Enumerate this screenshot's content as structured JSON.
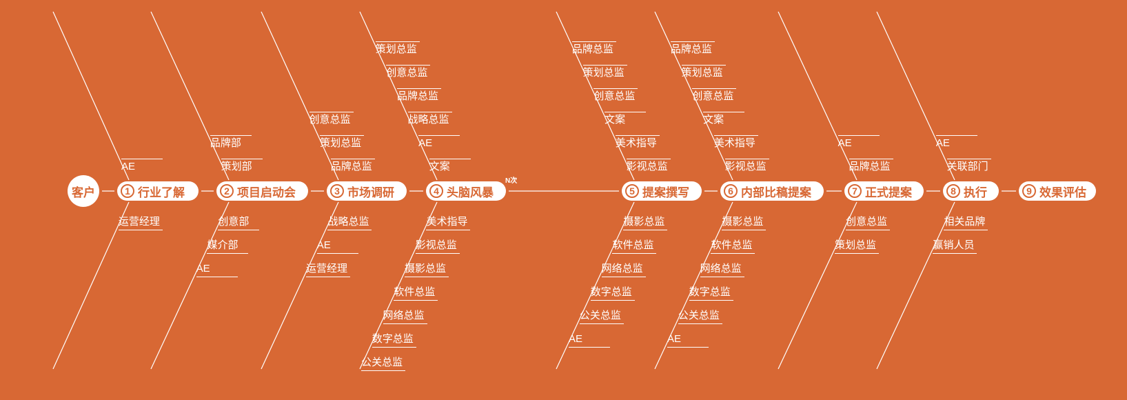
{
  "colors": {
    "background": "#d86834",
    "foreground": "#ffffff"
  },
  "start": "客户",
  "steps": [
    {
      "num": "1",
      "label": "行业了解",
      "top": [
        "AE"
      ],
      "bottom": [
        "运营经理"
      ]
    },
    {
      "num": "2",
      "label": "项目启动会",
      "top": [
        "品牌部",
        "策划部"
      ],
      "bottom": [
        "创意部",
        "媒介部",
        "AE"
      ]
    },
    {
      "num": "3",
      "label": "市场调研",
      "top": [
        "创意总监",
        "策划总监",
        "品牌总监"
      ],
      "bottom": [
        "战略总监",
        "AE",
        "运营经理"
      ]
    },
    {
      "num": "4",
      "label": "头脑风暴",
      "top": [
        "策划总监",
        "创意总监",
        "品牌总监",
        "战略总监",
        "AE",
        "文案"
      ],
      "bottom": [
        "美术指导",
        "影视总监",
        "摄影总监",
        "软件总监",
        "网络总监",
        "数字总监",
        "公关总监"
      ]
    },
    {
      "num": "5",
      "label": "提案撰写",
      "top": [
        "品牌总监",
        "策划总监",
        "创意总监",
        "文案",
        "美术指导",
        "影视总监"
      ],
      "bottom": [
        "摄影总监",
        "软件总监",
        "网络总监",
        "数字总监",
        "公关总监",
        "AE"
      ]
    },
    {
      "num": "6",
      "label": "内部比稿提案",
      "top": [
        "品牌总监",
        "策划总监",
        "创意总监",
        "文案",
        "美术指导",
        "影视总监"
      ],
      "bottom": [
        "摄影总监",
        "软件总监",
        "网络总监",
        "数字总监",
        "公关总监",
        "AE"
      ]
    },
    {
      "num": "7",
      "label": "正式提案",
      "top": [
        "AE",
        "品牌总监"
      ],
      "bottom": [
        "创意总监",
        "策划总监"
      ]
    },
    {
      "num": "8",
      "label": "执行",
      "top": [
        "AE",
        "关联部门"
      ],
      "bottom": [
        "相关品牌",
        "赢销人员"
      ]
    },
    {
      "num": "9",
      "label": "效果评估",
      "top": [],
      "bottom": []
    }
  ],
  "repeat_tag": "N次"
}
